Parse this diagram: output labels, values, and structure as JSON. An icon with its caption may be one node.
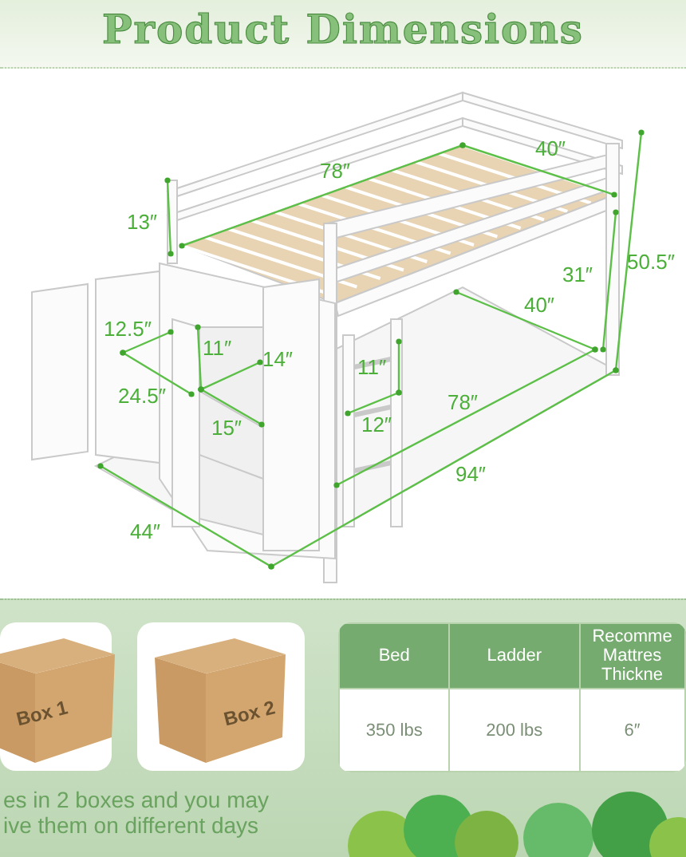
{
  "diagram": {
    "title": "Product Dimensions",
    "labels": [
      "78″",
      "40″",
      "13″",
      "31″",
      "50.5″",
      "12.5″",
      "11″",
      "14″",
      "24.5″",
      "40″",
      "11″",
      "78″",
      "15″",
      "12″",
      "94″",
      "44″",
      "Box 1",
      "Box 2",
      "Bed",
      "Ladder",
      "Recomme Mattres Thickne",
      "350 lbs",
      "200 lbs",
      "6″",
      "es in 2 boxes and you may ive them on different days"
    ]
  }
}
